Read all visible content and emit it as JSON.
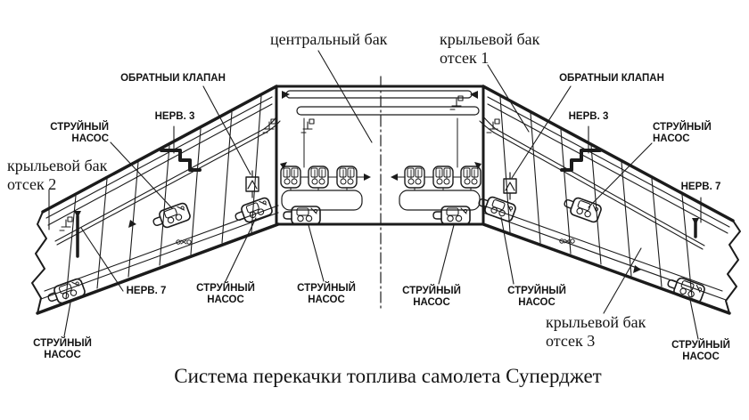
{
  "caption": "Система перекачки топлива самолета Суперджет",
  "labels": {
    "central_tank": "центральный бак",
    "wing_tank": "крыльевой бак",
    "bay_1": "отсек 1",
    "bay_2": "отсек 2",
    "bay_3": "отсек 3",
    "check_valve": "ОБРАТНЫИ КЛАПАН",
    "rib_3": "НЕРВ. 3",
    "rib_7": "НЕРВ. 7",
    "jet_pump_line1": "СТРУЙНЫЙ",
    "jet_pump_line2": "НАСОС"
  },
  "colors": {
    "ink": "#1b1b1b",
    "background": "#ffffff"
  }
}
